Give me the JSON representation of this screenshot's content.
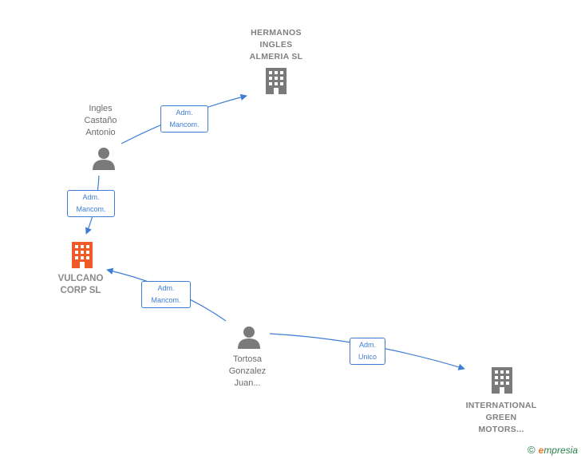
{
  "nodes": {
    "hermanos": {
      "label": "HERMANOS\nINGLES\nALMERIA  SL",
      "type": "company"
    },
    "ingles": {
      "label": "Ingles\nCastaño\nAntonio",
      "type": "person"
    },
    "vulcano": {
      "label": "VULCANO\nCORP  SL",
      "type": "company-focus"
    },
    "tortosa": {
      "label": "Tortosa\nGonzalez\nJuan...",
      "type": "person"
    },
    "international": {
      "label": "INTERNATIONAL\nGREEN\nMOTORS...",
      "type": "company"
    }
  },
  "edges": {
    "ingles_hermanos": "Adm.\nMancom.",
    "ingles_vulcano": "Adm.\nMancom.",
    "tortosa_vulcano": "Adm.\nMancom.",
    "tortosa_international": "Adm.\nUnico"
  },
  "colors": {
    "edge": "#3d7dd6",
    "icon_gray": "#7a7a7a",
    "icon_focus": "#f05a28"
  },
  "brand": {
    "copyright": "©",
    "name": "mpresia",
    "initial": "e"
  }
}
